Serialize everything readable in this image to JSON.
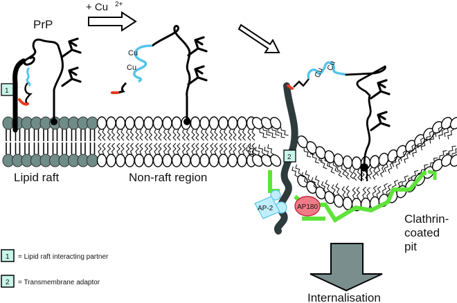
{
  "labels": {
    "prp": "PrP",
    "copper_addition": "+ Cu",
    "copper_charge": "2+",
    "lipid_raft": "Lipid raft",
    "non_raft_region": "Non-raft region",
    "clathrin_line1": "Clathrin-",
    "clathrin_line2": "coated",
    "clathrin_line3": "pit",
    "internalisation": "Internalisation",
    "cu": "Cu",
    "ap2": "AP-2",
    "ap180": "AP180",
    "box1": "1",
    "box2": "2"
  },
  "legend": [
    {
      "key": "1",
      "text": "= Lipid raft interacting partner"
    },
    {
      "key": "2",
      "text": "= Transmembrane adaptor"
    }
  ],
  "colors": {
    "raft_head": "#6f8c88",
    "octarepeat": "#55c4ea",
    "n_terminus": "#e63a1e",
    "clathrin": "#5fe33a",
    "adaptor": "#2e3b3d",
    "ap180": "#f07b86",
    "ap2": "#bfeefa",
    "box_fill": "#c8f5ea",
    "arrow_gray": "#7a8e8e"
  }
}
